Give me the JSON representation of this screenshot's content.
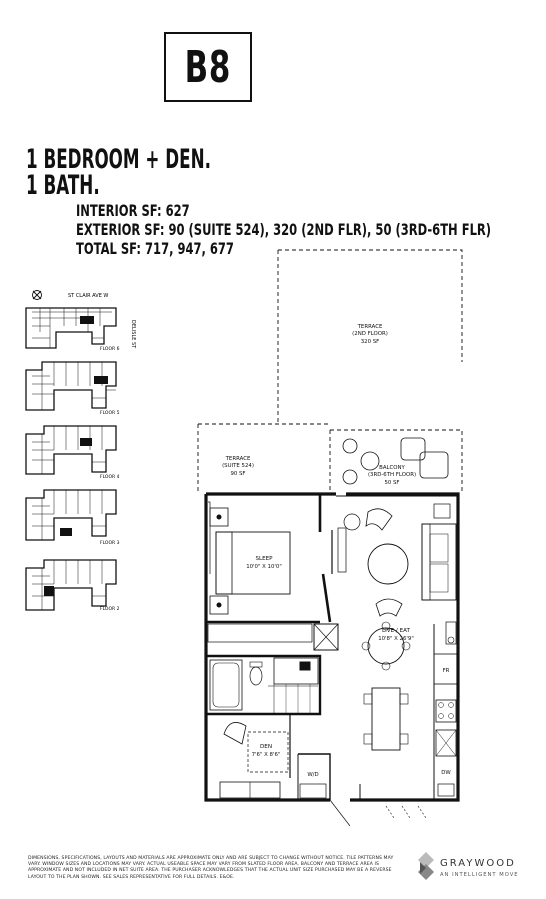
{
  "unit": {
    "code": "B8"
  },
  "headline": {
    "line1": "1 BEDROOM + DEN.",
    "line2": "1 BATH."
  },
  "specs": {
    "interior": "INTERIOR SF: 627",
    "exterior": "EXTERIOR SF: 90 (SUITE 524), 320 (2ND FLR), 50 (3RD-6TH FLR)",
    "total": "TOTAL SF: 717, 947, 677"
  },
  "key_plan": {
    "street": "ST CLAIR AVE W",
    "side_street": "DELISLE ST",
    "floors": [
      {
        "label": "FLOOR 6"
      },
      {
        "label": "FLOOR 5"
      },
      {
        "label": "FLOOR 4"
      },
      {
        "label": "FLOOR 3"
      },
      {
        "label": "FLOOR 2"
      }
    ]
  },
  "plan": {
    "terrace_2nd": {
      "name": "TERRACE",
      "floor": "(2ND FLOOR)",
      "area": "320 SF"
    },
    "terrace_524": {
      "name": "TERRACE",
      "floor": "(SUITE 524)",
      "area": "90 SF"
    },
    "balcony": {
      "name": "BALCONY",
      "floor": "(3RD-6TH FLOOR)",
      "area": "50 SF"
    },
    "sleep": {
      "name": "SLEEP",
      "size": "10'0\" X 10'0\""
    },
    "live": {
      "name": "LIVE / EAT",
      "size": "10'8\" X 26'9\""
    },
    "den": {
      "name": "DEN",
      "size": "7'6\" X 8'6\""
    },
    "fridge": "FR",
    "dishwasher": "DW",
    "washer_dryer": "W/D"
  },
  "disclaimer": "DIMENSIONS, SPECIFICATIONS, LAYOUTS AND MATERIALS ARE APPROXIMATE ONLY AND ARE SUBJECT TO CHANGE WITHOUT NOTICE. TILE PATTERNS MAY VARY. WINDOW SIZES AND LOCATIONS MAY VARY. ACTUAL USEABLE SPACE MAY VARY FROM SLATED FLOOR AREA. BALCONY AND TERRACE AREA IS APPROXIMATE AND NOT INCLUDED IN NET SUITE AREA. THE PURCHASER ACKNOWLEDGES THAT THE ACTUAL UNIT SIZE PURCHASED MAY BE A REVERSE LAYOUT TO THE PLAN SHOWN. SEE SALES REPRESENTATIVE FOR FULL DETAILS. E&OE.",
  "brand": {
    "name": "GRAYWOOD",
    "tagline": "AN INTELLIGENT MOVE"
  }
}
